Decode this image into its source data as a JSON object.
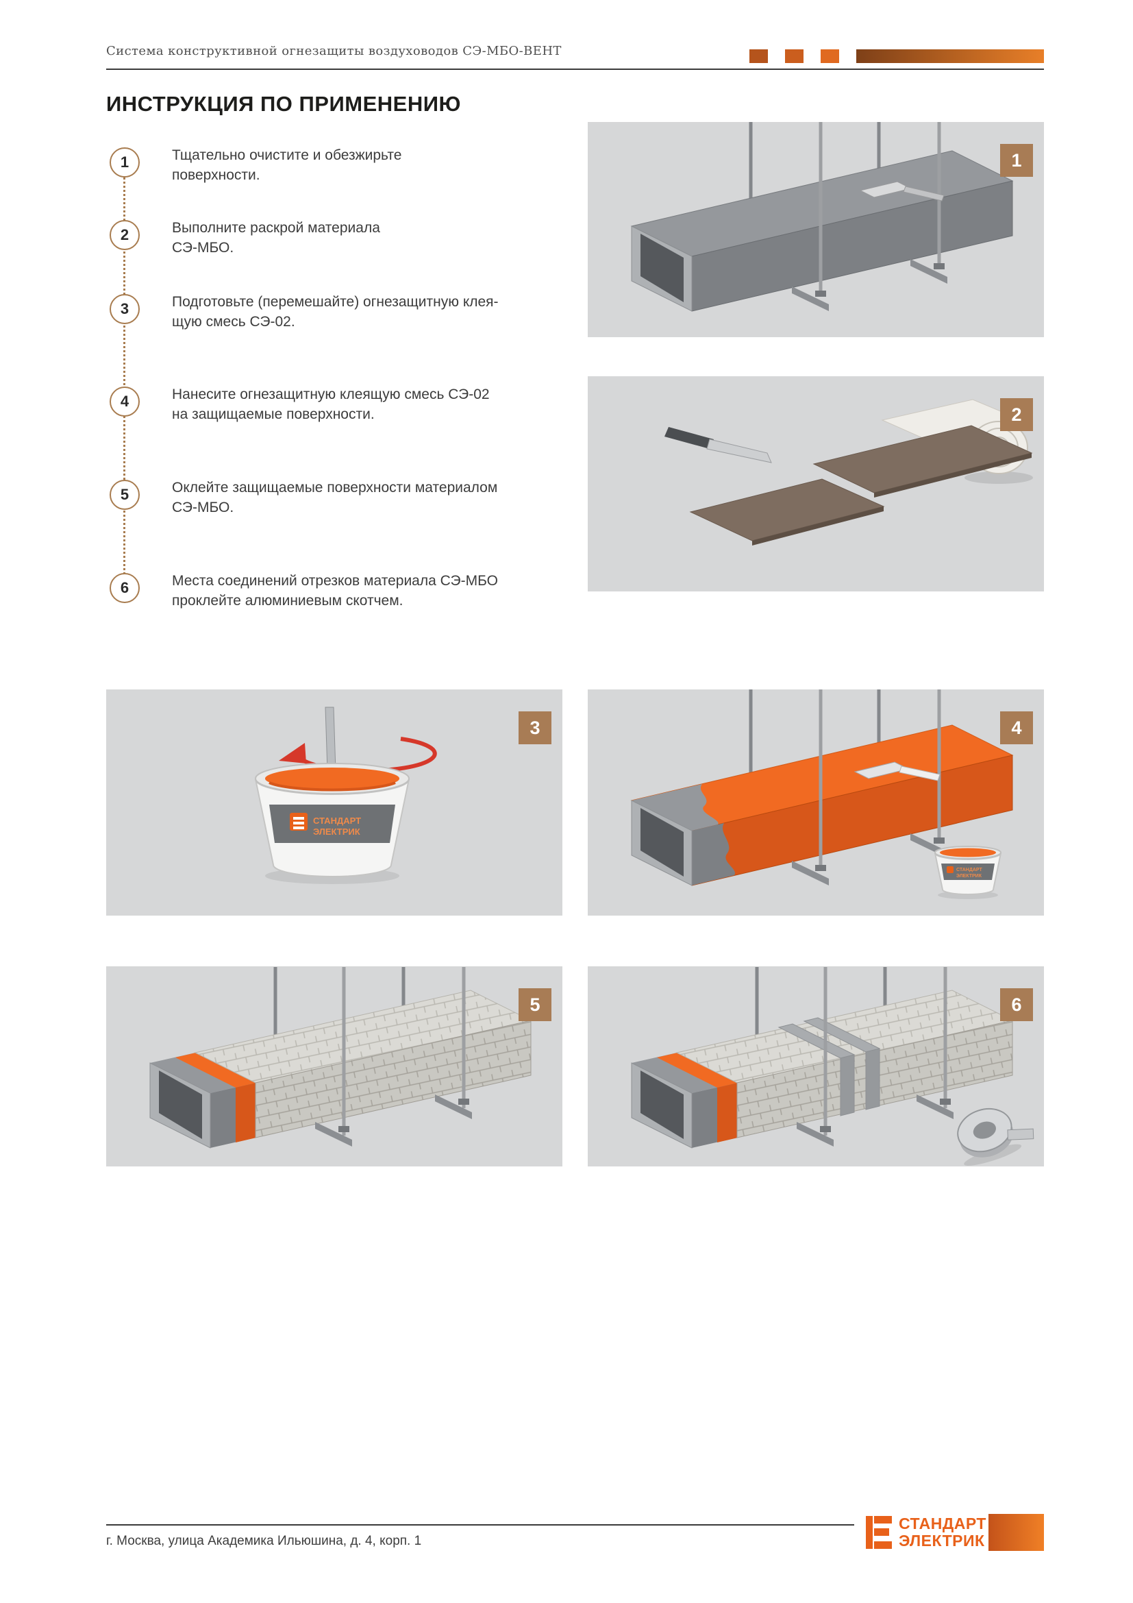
{
  "header": {
    "subtitle": "Система конструктивной огнезащиты воздуховодов СЭ-МБО-ВЕНТ"
  },
  "title": "ИНСТРУКЦИЯ ПО ПРИМЕНЕНИЮ",
  "steps": [
    {
      "num": "1",
      "text": "Тщательно очистите и обезжирьте\nповерхности."
    },
    {
      "num": "2",
      "text": "Выполните раскрой материала\nСЭ-МБО."
    },
    {
      "num": "3",
      "text": "Подготовьте (перемешайте) огнезащитную клея-\nщую смесь СЭ-02."
    },
    {
      "num": "4",
      "text": "Нанесите огнезащитную клеящую смесь СЭ-02\nна защищаемые поверхности."
    },
    {
      "num": "5",
      "text": "Оклейте защищаемые поверхности материалом\nСЭ-МБО."
    },
    {
      "num": "6",
      "text": "Места соединений отрезков материала СЭ-МБО\nпроклейте алюминиевым скотчем."
    }
  ],
  "panels": [
    {
      "num": "1"
    },
    {
      "num": "2"
    },
    {
      "num": "3"
    },
    {
      "num": "4"
    },
    {
      "num": "5"
    },
    {
      "num": "6"
    }
  ],
  "bucket_label": {
    "line1": "СТАНДАРТ",
    "line2": "ЭЛЕКТРИК"
  },
  "footer": {
    "address": "г. Москва, улица Академика Ильюшина, д. 4, корп. 1",
    "logo_line1": "СТАНДАРТ",
    "logo_line2": "ЭЛЕКТРИК"
  },
  "colors": {
    "orange": "#F16A22",
    "orange_dark": "#D7571A",
    "badge_brown": "#A87C55",
    "panel_bg": "#D6D7D8",
    "arrow_red": "#D6382A",
    "rule_dark": "#3A3A3A"
  }
}
